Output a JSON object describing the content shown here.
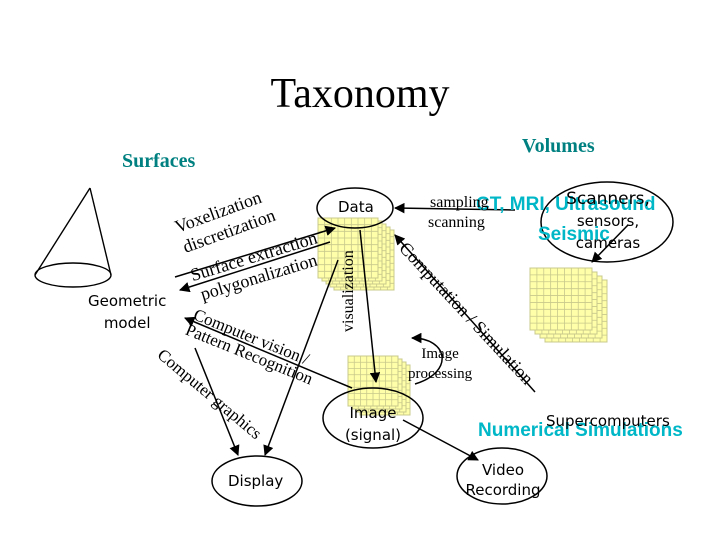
{
  "title": "Taxonomy",
  "headings": {
    "surfaces": "Surfaces",
    "volumes": "Volumes"
  },
  "nodes": {
    "data": "Data",
    "geometric_model": [
      "Geometric",
      "model"
    ],
    "display": "Display",
    "image_signal": [
      "Image",
      "(signal)"
    ],
    "scanners": [
      "Scanners,",
      "sensors,",
      "cameras"
    ],
    "video_recording": [
      "Video",
      "Recording"
    ],
    "supercomputers": "Supercomputers"
  },
  "arrow_labels": {
    "voxelization": "Voxelization",
    "discretization": "discretization",
    "surface_extraction": "Surface extraction",
    "polygonalization": "polygonalization",
    "visualization": "visualization",
    "computer_vision": "Computer vision /",
    "pattern_recognition": "Pattern Recognition",
    "computer_graphics": "Computer graphics",
    "sampling": "sampling",
    "scanning": "scanning",
    "computation_simulation": "Computation / Simulation",
    "image_processing": [
      "Image",
      "processing"
    ]
  },
  "ghost_text": {
    "scanner_types": "CT, MRI, Ultrasound",
    "seismic": "Seismic",
    "numerical_simulations": "Numerical Simulations"
  },
  "colors": {
    "heading": "#008080",
    "ghost": "#00b7c7",
    "grid_fill": "#ffffaa",
    "grid_stroke": "#c8c88c",
    "ink": "#000000"
  }
}
